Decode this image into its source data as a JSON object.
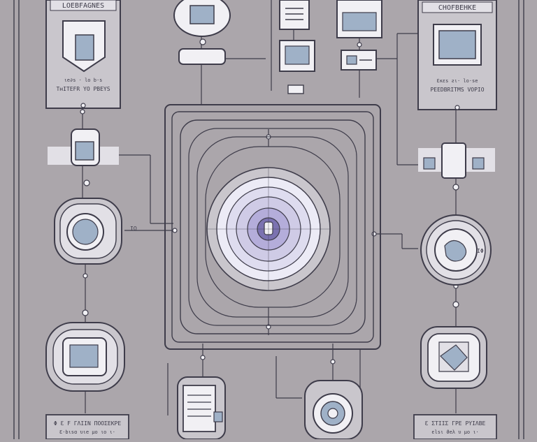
{
  "colors": {
    "background": "#aba6ab",
    "line": "#3e3c4a",
    "panel": "#c9c6cc",
    "node_fill": "#f1f0f4",
    "screen": "#9fb1c7",
    "core_glow": "#ecebf6",
    "core_accent": "#7b72b0"
  },
  "panels": {
    "top_left": {
      "title": "LOEBFAGNES",
      "caption_1": "ιe∂s  ·  lo  b·s",
      "caption_2": "TʜITEFR YO PBEYS"
    },
    "top_right": {
      "title": "CHOFBEHKE",
      "caption_1": "Ɛκεs ƨι·  lo·se",
      "caption_2": "PEEDBRITMS VOPIO"
    }
  },
  "bottom_labels": {
    "left": {
      "line_1": "Φ Ɛ F ΓΛΙΙΝ ΠΟΟΣΕΚΡΕ",
      "line_2": "Ɛ·bιsɑ υιe  μo  ιo  ι·"
    },
    "right": {
      "line_1": "Ɛ ΣΤΙΙΣ ΓΡΕ ΡΥΙΛΒΕ",
      "line_2": "ϵlsι  ϑeλ υ  μο  ι·"
    }
  },
  "side_labels": {
    "left_node_pin": "ΙΩ",
    "right_node_pin": "ΙΦ"
  }
}
